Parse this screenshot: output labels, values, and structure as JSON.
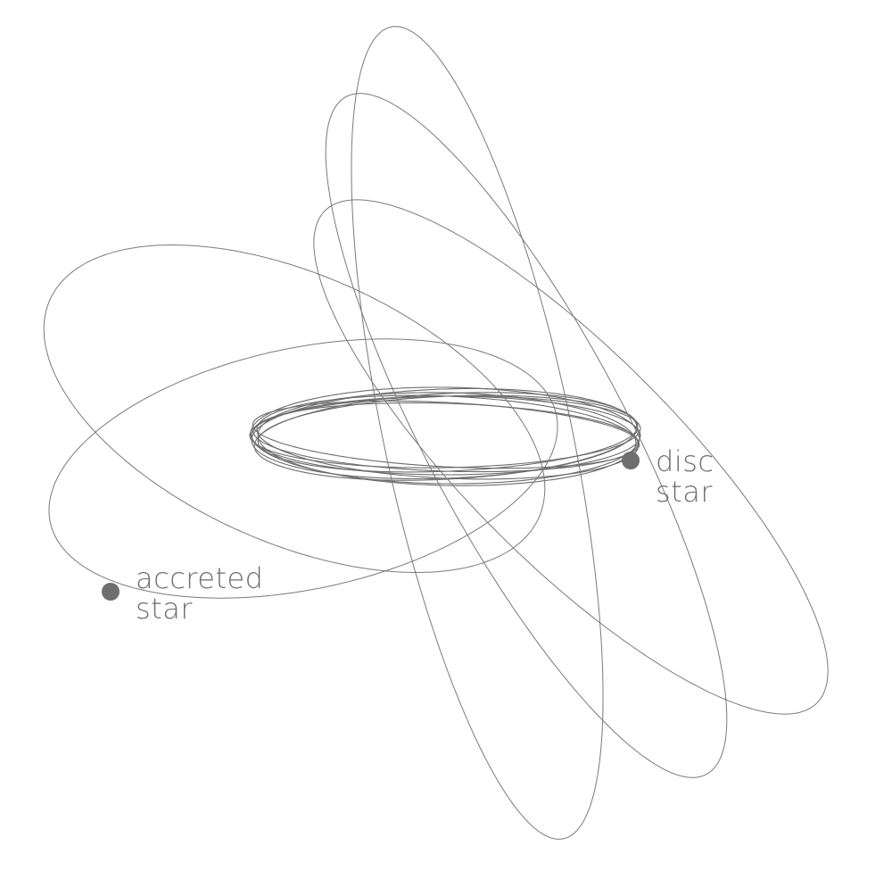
{
  "colors": {
    "orbit_line": "#7a7a7a",
    "disc_line": "#6c6c6c",
    "star_dot": "#6e6e6e",
    "label_text": "#6e6e6e",
    "background": "#ffffff"
  },
  "labels": {
    "disc_star": {
      "line1": "disc",
      "line2": "star"
    },
    "accreted_star": {
      "line1": "accreted",
      "line2": "star"
    }
  }
}
